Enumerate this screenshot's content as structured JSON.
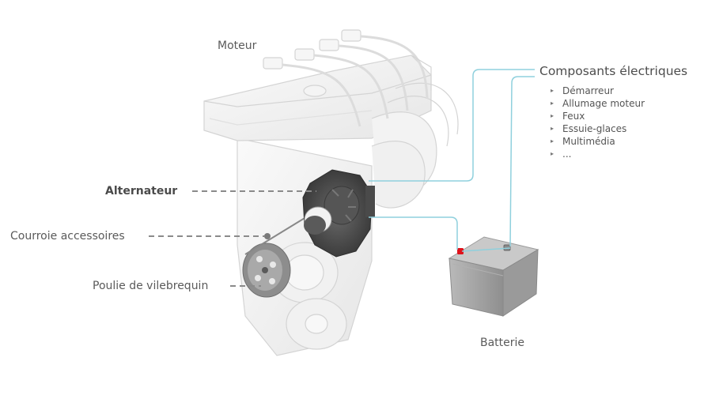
{
  "diagram": {
    "labels": {
      "engine": "Moteur",
      "alternator": "Alternateur",
      "accessory_belt": "Courroie accessoires",
      "crankshaft_pulley": "Poulie de vilebrequin",
      "battery": "Batterie",
      "electrical_components": "Composants électriques"
    },
    "electrical_components": {
      "bullet_icon": "triangle-right-bullet",
      "items": [
        {
          "label": "Démarreur"
        },
        {
          "label": "Allumage moteur"
        },
        {
          "label": "Feux"
        },
        {
          "label": "Essuie-glaces"
        },
        {
          "label": "Multimédia"
        },
        {
          "label": "..."
        }
      ]
    },
    "colors": {
      "wire": "#8fd0dd",
      "leader_line": "#8a8a8a",
      "battery_terminal_positive": "#e0121b",
      "alternator_body": "#4a4a4a",
      "battery_body": "#a8a8a8",
      "engine_body": "#efefef"
    }
  }
}
